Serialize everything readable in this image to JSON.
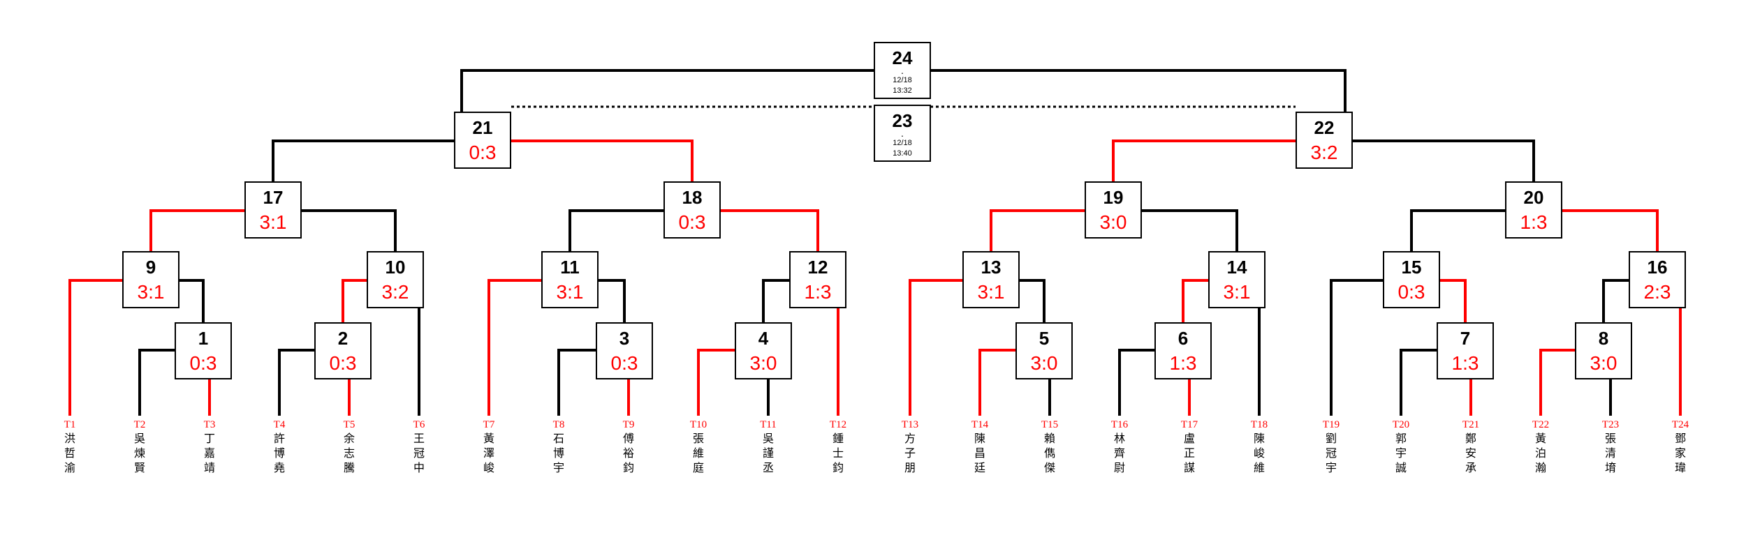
{
  "colors": {
    "line": "#000000",
    "winner_line": "#ff0000",
    "score": "#ff0000",
    "box_border": "#000000"
  },
  "matches": {
    "1": {
      "label": "1",
      "score": "0:3"
    },
    "2": {
      "label": "2",
      "score": "0:3"
    },
    "3": {
      "label": "3",
      "score": "0:3"
    },
    "4": {
      "label": "4",
      "score": "3:0"
    },
    "5": {
      "label": "5",
      "score": "3:0"
    },
    "6": {
      "label": "6",
      "score": "1:3"
    },
    "7": {
      "label": "7",
      "score": "1:3"
    },
    "8": {
      "label": "8",
      "score": "3:0"
    },
    "9": {
      "label": "9",
      "score": "3:1"
    },
    "10": {
      "label": "10",
      "score": "3:2"
    },
    "11": {
      "label": "11",
      "score": "3:1"
    },
    "12": {
      "label": "12",
      "score": "1:3"
    },
    "13": {
      "label": "13",
      "score": "3:1"
    },
    "14": {
      "label": "14",
      "score": "3:1"
    },
    "15": {
      "label": "15",
      "score": "0:3"
    },
    "16": {
      "label": "16",
      "score": "2:3"
    },
    "17": {
      "label": "17",
      "score": "3:1"
    },
    "18": {
      "label": "18",
      "score": "0:3"
    },
    "19": {
      "label": "19",
      "score": "3:0"
    },
    "20": {
      "label": "20",
      "score": "1:3"
    },
    "21": {
      "label": "21",
      "score": "0:3"
    },
    "22": {
      "label": "22",
      "score": "3:2"
    },
    "23": {
      "label": "23",
      "score": "",
      "separator": "·",
      "date": "12/18",
      "time": "13:40"
    },
    "24": {
      "label": "24",
      "score": "",
      "separator": "·",
      "date": "12/18",
      "time": "13:32"
    }
  },
  "teams": [
    {
      "code": "T1",
      "name": "洪哲渝"
    },
    {
      "code": "T2",
      "name": "吳煉賢"
    },
    {
      "code": "T3",
      "name": "丁嘉靖"
    },
    {
      "code": "T4",
      "name": "許博堯"
    },
    {
      "code": "T5",
      "name": "余志騰"
    },
    {
      "code": "T6",
      "name": "王冠中"
    },
    {
      "code": "T7",
      "name": "黃澤峻"
    },
    {
      "code": "T8",
      "name": "石博宇"
    },
    {
      "code": "T9",
      "name": "傅裕鈞"
    },
    {
      "code": "T10",
      "name": "張維庭"
    },
    {
      "code": "T11",
      "name": "吳謹丞"
    },
    {
      "code": "T12",
      "name": "鍾士鈞"
    },
    {
      "code": "T13",
      "name": "方子朋"
    },
    {
      "code": "T14",
      "name": "陳昌廷"
    },
    {
      "code": "T15",
      "name": "賴儁傑"
    },
    {
      "code": "T16",
      "name": "林齊尉"
    },
    {
      "code": "T17",
      "name": "盧正謀"
    },
    {
      "code": "T18",
      "name": "陳峻維"
    },
    {
      "code": "T19",
      "name": "劉冠宇"
    },
    {
      "code": "T20",
      "name": "郭宇誠"
    },
    {
      "code": "T21",
      "name": "鄭安承"
    },
    {
      "code": "T22",
      "name": "黃泊瀚"
    },
    {
      "code": "T23",
      "name": "張清堉"
    },
    {
      "code": "T24",
      "name": "鄧家瑋"
    }
  ]
}
